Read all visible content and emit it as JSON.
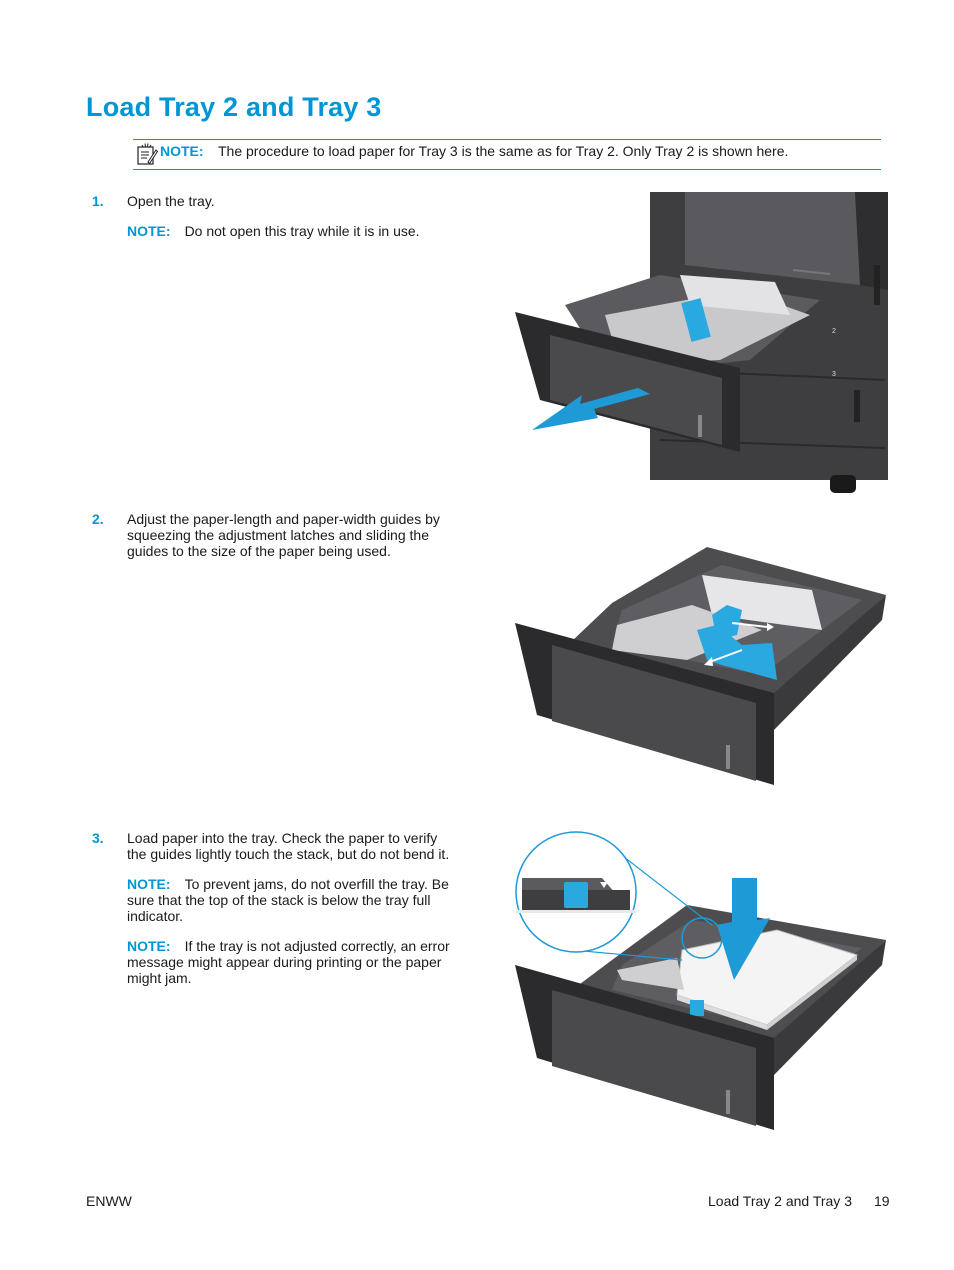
{
  "title": "Load Tray 2 and Tray 3",
  "top_note": {
    "label": "NOTE:",
    "text": "The procedure to load paper for Tray 3 is the same as for Tray 2. Only Tray 2 is shown here."
  },
  "steps": [
    {
      "number": "1.",
      "text": "Open the tray.",
      "notes": [
        {
          "label": "NOTE:",
          "text": "Do not open this tray while it is in use."
        }
      ]
    },
    {
      "number": "2.",
      "text": "Adjust the paper-length and paper-width guides by squeezing the adjustment latches and sliding the guides to the size of the paper being used.",
      "notes": []
    },
    {
      "number": "3.",
      "text": "Load paper into the tray. Check the paper to verify the guides lightly touch the stack, but do not bend it.",
      "notes": [
        {
          "label": "NOTE:",
          "text": "To prevent jams, do not overfill the tray. Be sure that the top of the stack is below the tray full indicator."
        },
        {
          "label": "NOTE:",
          "text": "If the tray is not adjusted correctly, an error message might appear during printing or the paper might jam."
        }
      ]
    }
  ],
  "figure_labels": {
    "tray_2": "2",
    "tray_3": "3"
  },
  "footer": {
    "left": "ENWW",
    "section": "Load Tray 2 and Tray 3",
    "page": "19"
  },
  "colors": {
    "accent": "#0096d6",
    "tray_dark": "#2b2b2d",
    "tray_mid": "#4a4a4d",
    "guide_blue": "#2aa9e0"
  }
}
